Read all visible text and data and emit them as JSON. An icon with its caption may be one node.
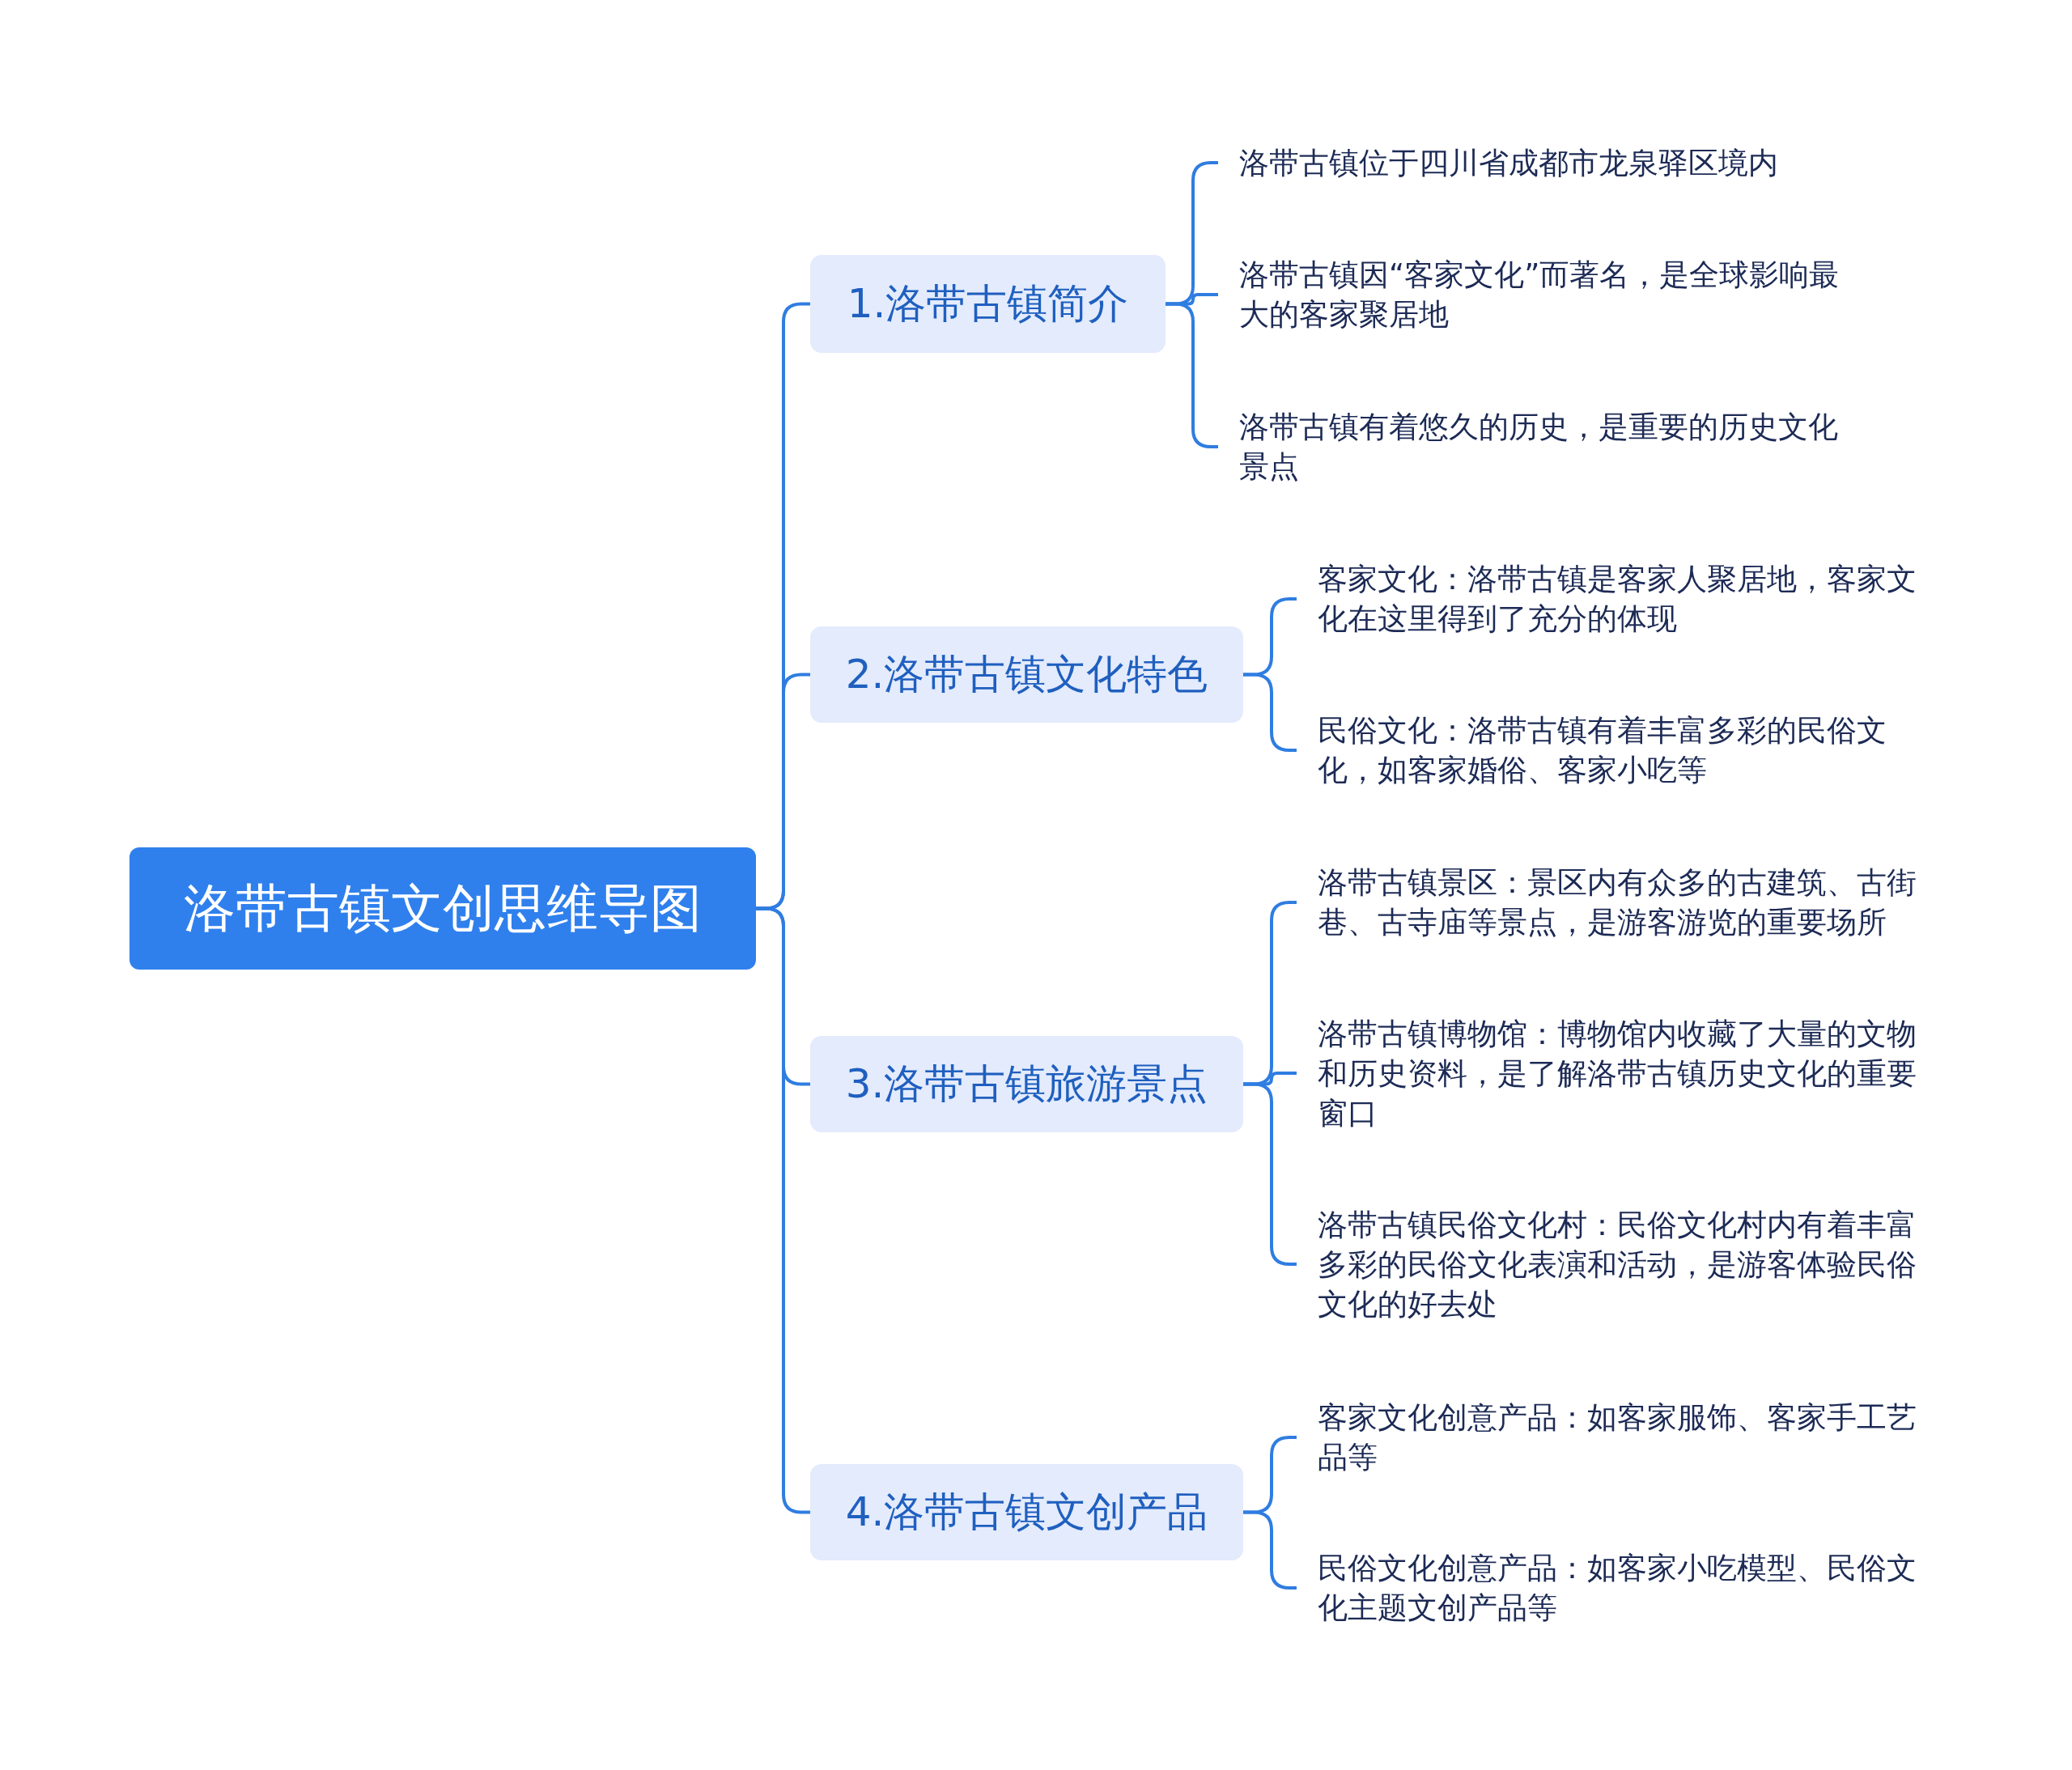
{
  "diagram": {
    "nodes": [
      {
        "text": [
          "洛带古镇文创思维导图"
        ]
      },
      {
        "text": [
          "1.洛带古镇简介"
        ]
      },
      {
        "text": [
          "洛带古镇位于四川省成都市龙泉驿区境内"
        ]
      },
      {
        "text": [
          "洛带古镇因“客家文化”而著名，是全球影响最大的客家聚居地"
        ]
      },
      {
        "text": [
          "洛带古镇有着悠久的历史，是重要的历史文化景点"
        ]
      },
      {
        "text": [
          "2.洛带古镇文化特色"
        ]
      },
      {
        "text": [
          "客家文化：洛带古镇是客家人聚居地，客家文化在这里得到了充分的体现"
        ]
      },
      {
        "text": [
          "民俗文化：洛带古镇有着丰富多彩的民俗文化，如客家婚俗、客家小吃等"
        ]
      },
      {
        "text": [
          "3.洛带古镇旅游景点"
        ]
      },
      {
        "text": [
          "洛带古镇景区：景区内有众多的古建筑、古街巷、古寺庙等景点，是游客游览的重要场所"
        ]
      },
      {
        "text": [
          "洛带古镇博物馆：博物馆内收藏了大量的文物和历史资料，是了解洛带古镇历史文化的重要窗口"
        ]
      },
      {
        "text": [
          "洛带古镇民俗文化村：民俗文化村内有着丰富多彩的民俗文化表演和活动，是游客体验民俗文化的好去处"
        ]
      },
      {
        "text": [
          "4.洛带古镇文创产品"
        ]
      },
      {
        "text": [
          "客家文化创意产品：如客家服饰、客家手工艺品等"
        ]
      },
      {
        "text": [
          "民俗文化创意产品：如客家小吃模型、民俗文化主题文创产品等"
        ]
      }
    ],
    "edges": [
      {
        "from": 0,
        "to": 1,
        "arrow": "none"
      },
      {
        "from": 1,
        "to": 2,
        "arrow": "none"
      },
      {
        "from": 1,
        "to": 3,
        "arrow": "none"
      },
      {
        "from": 1,
        "to": 4,
        "arrow": "none"
      },
      {
        "from": 0,
        "to": 5,
        "arrow": "none"
      },
      {
        "from": 5,
        "to": 6,
        "arrow": "none"
      },
      {
        "from": 5,
        "to": 7,
        "arrow": "none"
      },
      {
        "from": 0,
        "to": 8,
        "arrow": "none"
      },
      {
        "from": 8,
        "to": 9,
        "arrow": "none"
      },
      {
        "from": 8,
        "to": 10,
        "arrow": "none"
      },
      {
        "from": 8,
        "to": 11,
        "arrow": "none"
      },
      {
        "from": 0,
        "to": 12,
        "arrow": "none"
      },
      {
        "from": 12,
        "to": 13,
        "arrow": "none"
      },
      {
        "from": 12,
        "to": 14,
        "arrow": "none"
      }
    ]
  }
}
